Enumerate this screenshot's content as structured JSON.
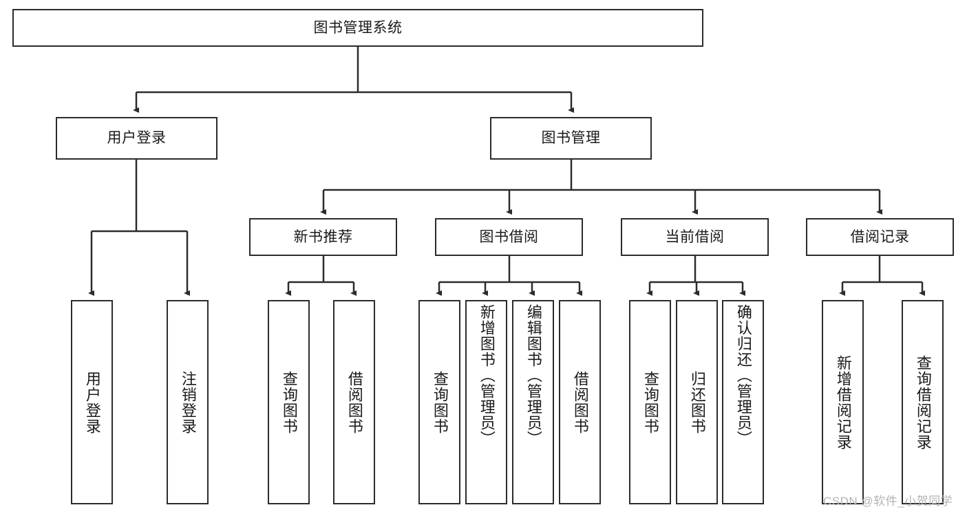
{
  "diagram": {
    "title_node": {
      "label": "图书管理系统"
    },
    "level2": [
      {
        "label": "用户登录"
      },
      {
        "label": "图书管理"
      }
    ],
    "level3": [
      {
        "label": "新书推荐"
      },
      {
        "label": "图书借阅"
      },
      {
        "label": "当前借阅"
      },
      {
        "label": "借阅记录"
      }
    ],
    "leaves": {
      "user_login": [
        {
          "label": "用户登录"
        },
        {
          "label": "注销登录"
        }
      ],
      "new_book_recommend": [
        {
          "label": "查询图书"
        },
        {
          "label": "借阅图书"
        }
      ],
      "book_borrow": [
        {
          "label": "查询图书"
        },
        {
          "label": "新增图书（管理员）"
        },
        {
          "label": "编辑图书（管理员）"
        },
        {
          "label": "借阅图书"
        }
      ],
      "current_borrow": [
        {
          "label": "查询图书"
        },
        {
          "label": "归还图书"
        },
        {
          "label": "确认归还（管理员）"
        }
      ],
      "borrow_record": [
        {
          "label": "新增借阅记录"
        },
        {
          "label": "查询借阅记录"
        }
      ]
    },
    "watermark": {
      "text": "CSDN @软件_小贺同学"
    },
    "colors": {
      "stroke": "#2b2b2b",
      "background": "#ffffff",
      "text": "#1a1a1a",
      "watermark": "#b4b4b4"
    }
  }
}
